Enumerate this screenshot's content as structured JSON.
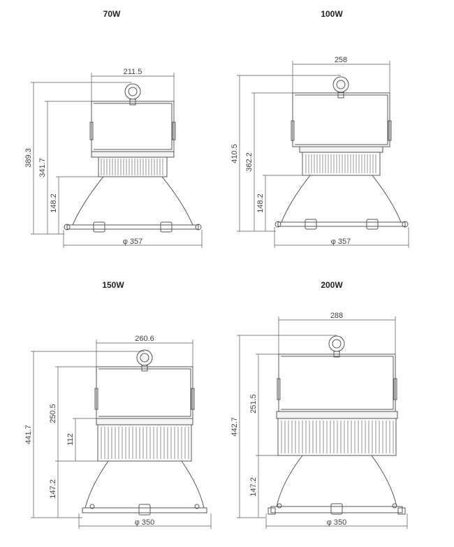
{
  "drawings": [
    {
      "title": "70W",
      "top_width": "211.5",
      "total_height": "389.3",
      "body_height": "341.7",
      "reflector_height": "148.2",
      "base_diameter": "φ 357"
    },
    {
      "title": "100W",
      "top_width": "258",
      "total_height": "410.5",
      "body_height": "362.2",
      "reflector_height": "148.2",
      "base_diameter": "φ 357"
    },
    {
      "title": "150W",
      "top_width": "260.6",
      "total_height": "441.7",
      "body_height": "250.5",
      "heatsink_height": "112",
      "reflector_height": "147.2",
      "base_diameter": "φ 350"
    },
    {
      "title": "200W",
      "top_width": "288",
      "total_height": "442.7",
      "body_height": "251.5",
      "reflector_height": "147.2",
      "base_diameter": "φ 350"
    }
  ]
}
